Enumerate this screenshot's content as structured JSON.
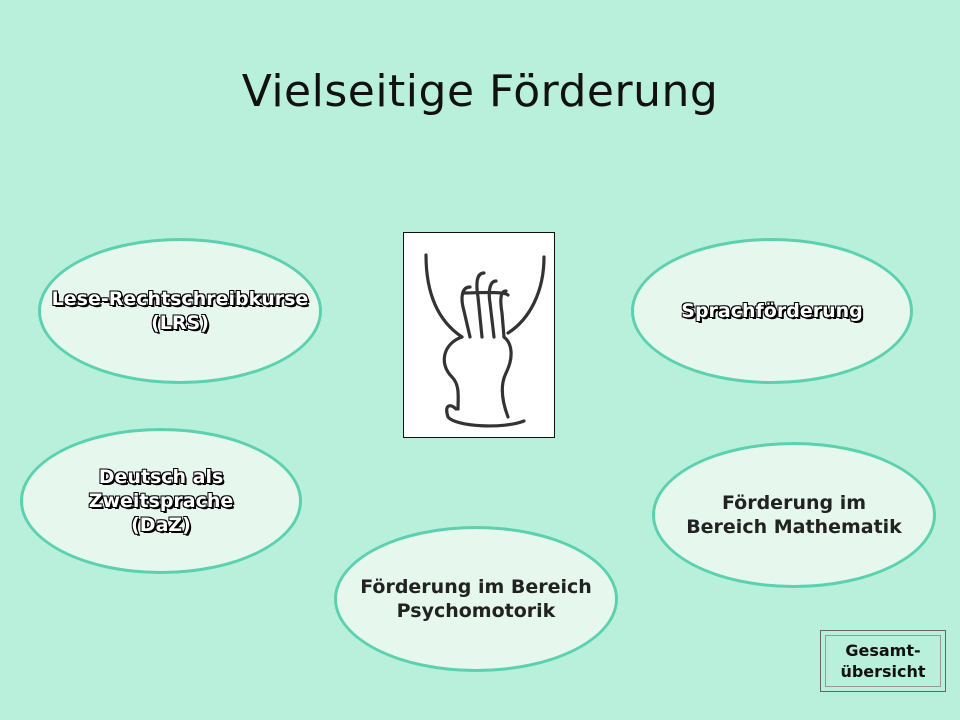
{
  "title": "Vielseitige Förderung",
  "nodes": {
    "lrs": "Lese-Rechtschreibkurse\n(LRS)",
    "sprachfoerderung": "Sprachförderung",
    "daz": "Deutsch als\nZweitsprache\n(DaZ)",
    "mathematik": "Förderung im\nBereich Mathematik",
    "psychomotorik": "Förderung im Bereich\nPsychomotorik"
  },
  "center_image": {
    "icon": "three-fingers-hand-icon"
  },
  "nav": {
    "overview_label": "Gesamt-\nübersicht"
  },
  "colors": {
    "background": "#b8f0dc",
    "ellipse_fill": "#e6f8ee",
    "ellipse_border": "#5cd1b0"
  }
}
